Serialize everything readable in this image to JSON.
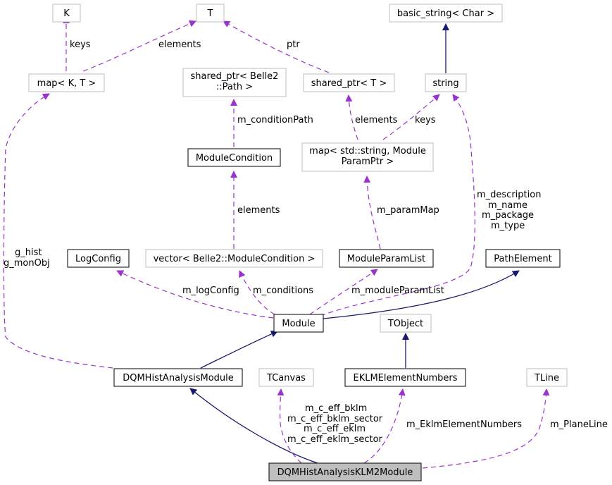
{
  "diagram": {
    "title": "Collaboration diagram for DQMHistAnalysisKLM2Module",
    "colors": {
      "inheritance_edge": "#191970",
      "usage_edge": "#9a32cd",
      "documented_border": "#000000",
      "undocumented_border": "#bfbfbf",
      "focus_fill": "#bfbfbf"
    },
    "nodes": {
      "K": {
        "lines": [
          "K"
        ],
        "kind": "external"
      },
      "T": {
        "lines": [
          "T"
        ],
        "kind": "external"
      },
      "basic_string": {
        "lines": [
          "basic_string< Char >"
        ],
        "kind": "external"
      },
      "map_KT": {
        "lines": [
          "map< K, T >"
        ],
        "kind": "external"
      },
      "shared_ptr_path": {
        "lines": [
          "shared_ptr< Belle2",
          "::Path >"
        ],
        "kind": "external"
      },
      "shared_ptr_T": {
        "lines": [
          "shared_ptr< T >"
        ],
        "kind": "external"
      },
      "string": {
        "lines": [
          "string"
        ],
        "kind": "external"
      },
      "ModuleCondition": {
        "lines": [
          "ModuleCondition"
        ],
        "kind": "documented"
      },
      "map_param": {
        "lines": [
          "map< std::string, Module",
          "ParamPtr >"
        ],
        "kind": "external"
      },
      "LogConfig": {
        "lines": [
          "LogConfig"
        ],
        "kind": "documented"
      },
      "vector_cond": {
        "lines": [
          "vector< Belle2::ModuleCondition >"
        ],
        "kind": "external"
      },
      "ModuleParamList": {
        "lines": [
          "ModuleParamList"
        ],
        "kind": "documented"
      },
      "PathElement": {
        "lines": [
          "PathElement"
        ],
        "kind": "documented"
      },
      "Module": {
        "lines": [
          "Module"
        ],
        "kind": "documented"
      },
      "TObject": {
        "lines": [
          "TObject"
        ],
        "kind": "external"
      },
      "DQMHistAnalysisModule": {
        "lines": [
          "DQMHistAnalysisModule"
        ],
        "kind": "documented"
      },
      "TCanvas": {
        "lines": [
          "TCanvas"
        ],
        "kind": "external"
      },
      "EKLMElementNumbers": {
        "lines": [
          "EKLMElementNumbers"
        ],
        "kind": "documented"
      },
      "TLine": {
        "lines": [
          "TLine"
        ],
        "kind": "external"
      },
      "DQMHistAnalysisKLM2Module": {
        "lines": [
          "DQMHistAnalysisKLM2Module"
        ],
        "kind": "focus"
      }
    },
    "edges": [
      {
        "id": "e-map-K",
        "from": "map_KT",
        "to": "K",
        "type": "usage",
        "label": [
          "keys"
        ]
      },
      {
        "id": "e-map-T",
        "from": "map_KT",
        "to": "T",
        "type": "usage",
        "label": [
          "elements"
        ]
      },
      {
        "id": "e-sptr-T",
        "from": "shared_ptr_T",
        "to": "T",
        "type": "usage",
        "label": [
          "ptr"
        ]
      },
      {
        "id": "e-string-basic",
        "from": "string",
        "to": "basic_string",
        "type": "inheritance",
        "label": []
      },
      {
        "id": "e-cond-path",
        "from": "ModuleCondition",
        "to": "shared_ptr_path",
        "type": "usage",
        "label": [
          "m_conditionPath"
        ]
      },
      {
        "id": "e-mapparam-sptr",
        "from": "map_param",
        "to": "shared_ptr_T",
        "type": "usage",
        "label": [
          "elements"
        ]
      },
      {
        "id": "e-mapparam-string",
        "from": "map_param",
        "to": "string",
        "type": "usage",
        "label": [
          "keys"
        ]
      },
      {
        "id": "e-vector-cond",
        "from": "vector_cond",
        "to": "ModuleCondition",
        "type": "usage",
        "label": [
          "elements"
        ]
      },
      {
        "id": "e-plist-map",
        "from": "ModuleParamList",
        "to": "map_param",
        "type": "usage",
        "label": [
          "m_paramMap"
        ]
      },
      {
        "id": "e-module-string",
        "from": "Module",
        "to": "string",
        "type": "usage",
        "label": [
          "m_description",
          "m_name",
          "m_package",
          "m_type"
        ]
      },
      {
        "id": "e-module-logconfig",
        "from": "Module",
        "to": "LogConfig",
        "type": "usage",
        "label": [
          "m_logConfig"
        ]
      },
      {
        "id": "e-module-vector",
        "from": "Module",
        "to": "vector_cond",
        "type": "usage",
        "label": [
          "m_conditions"
        ]
      },
      {
        "id": "e-module-plist",
        "from": "Module",
        "to": "ModuleParamList",
        "type": "usage",
        "label": [
          "m_moduleParamList"
        ]
      },
      {
        "id": "e-module-pathelement",
        "from": "Module",
        "to": "PathElement",
        "type": "inheritance",
        "label": []
      },
      {
        "id": "e-dqm-module",
        "from": "DQMHistAnalysisModule",
        "to": "Module",
        "type": "inheritance",
        "label": []
      },
      {
        "id": "e-dqm-map",
        "from": "DQMHistAnalysisModule",
        "to": "map_KT",
        "type": "usage",
        "label": [
          "g_hist",
          "g_monObj"
        ]
      },
      {
        "id": "e-eklm-tobject",
        "from": "EKLMElementNumbers",
        "to": "TObject",
        "type": "inheritance",
        "label": []
      },
      {
        "id": "e-klm2-dqm",
        "from": "DQMHistAnalysisKLM2Module",
        "to": "DQMHistAnalysisModule",
        "type": "inheritance",
        "label": []
      },
      {
        "id": "e-klm2-tcanvas",
        "from": "DQMHistAnalysisKLM2Module",
        "to": "TCanvas",
        "type": "usage",
        "label": [
          "m_c_eff_bklm",
          "m_c_eff_bklm_sector",
          "m_c_eff_eklm",
          "m_c_eff_eklm_sector"
        ]
      },
      {
        "id": "e-klm2-eklm",
        "from": "DQMHistAnalysisKLM2Module",
        "to": "EKLMElementNumbers",
        "type": "usage",
        "label": [
          "m_EklmElementNumbers"
        ]
      },
      {
        "id": "e-klm2-tline",
        "from": "DQMHistAnalysisKLM2Module",
        "to": "TLine",
        "type": "usage",
        "label": [
          "m_PlaneLine"
        ]
      }
    ]
  }
}
